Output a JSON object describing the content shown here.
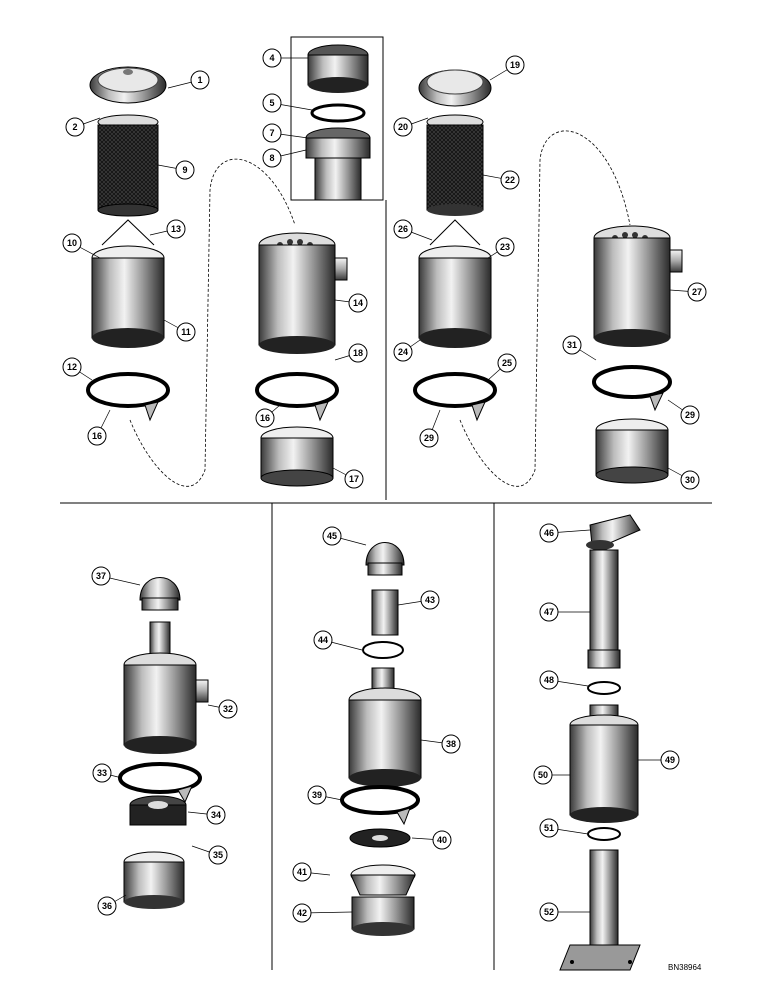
{
  "document_code": "BN38964",
  "callouts": [
    {
      "n": "1"
    },
    {
      "n": "2"
    },
    {
      "n": "4"
    },
    {
      "n": "5"
    },
    {
      "n": "7"
    },
    {
      "n": "8"
    },
    {
      "n": "9"
    },
    {
      "n": "10"
    },
    {
      "n": "11"
    },
    {
      "n": "12"
    },
    {
      "n": "13"
    },
    {
      "n": "14"
    },
    {
      "n": "16"
    },
    {
      "n": "16"
    },
    {
      "n": "17"
    },
    {
      "n": "18"
    },
    {
      "n": "19"
    },
    {
      "n": "20"
    },
    {
      "n": "22"
    },
    {
      "n": "23"
    },
    {
      "n": "24"
    },
    {
      "n": "25"
    },
    {
      "n": "26"
    },
    {
      "n": "27"
    },
    {
      "n": "29"
    },
    {
      "n": "29"
    },
    {
      "n": "30"
    },
    {
      "n": "31"
    },
    {
      "n": "32"
    },
    {
      "n": "33"
    },
    {
      "n": "34"
    },
    {
      "n": "35"
    },
    {
      "n": "36"
    },
    {
      "n": "37"
    },
    {
      "n": "38"
    },
    {
      "n": "39"
    },
    {
      "n": "40"
    },
    {
      "n": "41"
    },
    {
      "n": "42"
    },
    {
      "n": "43"
    },
    {
      "n": "44"
    },
    {
      "n": "45"
    },
    {
      "n": "46"
    },
    {
      "n": "47"
    },
    {
      "n": "48"
    },
    {
      "n": "49"
    },
    {
      "n": "50"
    },
    {
      "n": "51"
    },
    {
      "n": "52"
    }
  ]
}
